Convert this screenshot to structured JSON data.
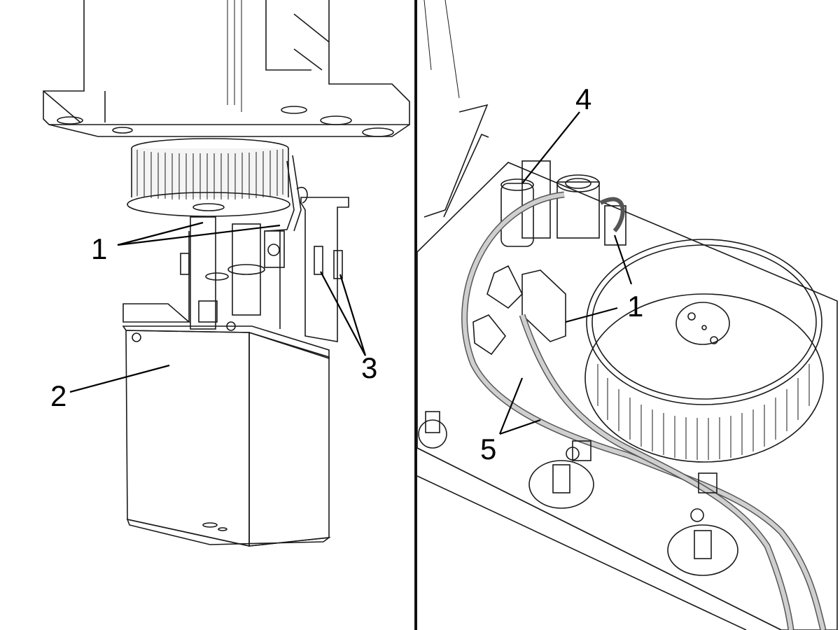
{
  "colors": {
    "metal_light": "#efefef",
    "metal_mid": "#d6d6d6",
    "housing_gray": "#b9b9b9",
    "housing_side": "#c8c8c8",
    "line": "#1a1a1a",
    "background": "#ffffff"
  },
  "left_view": {
    "callouts": [
      {
        "label": "1",
        "part": "sensor"
      },
      {
        "label": "2",
        "part": "cover"
      },
      {
        "label": "3",
        "part": "screws"
      }
    ]
  },
  "right_view": {
    "callouts": [
      {
        "label": "4",
        "part": "cylinder"
      },
      {
        "label": "1",
        "part": "sensor"
      },
      {
        "label": "5",
        "part": "cable"
      }
    ]
  }
}
